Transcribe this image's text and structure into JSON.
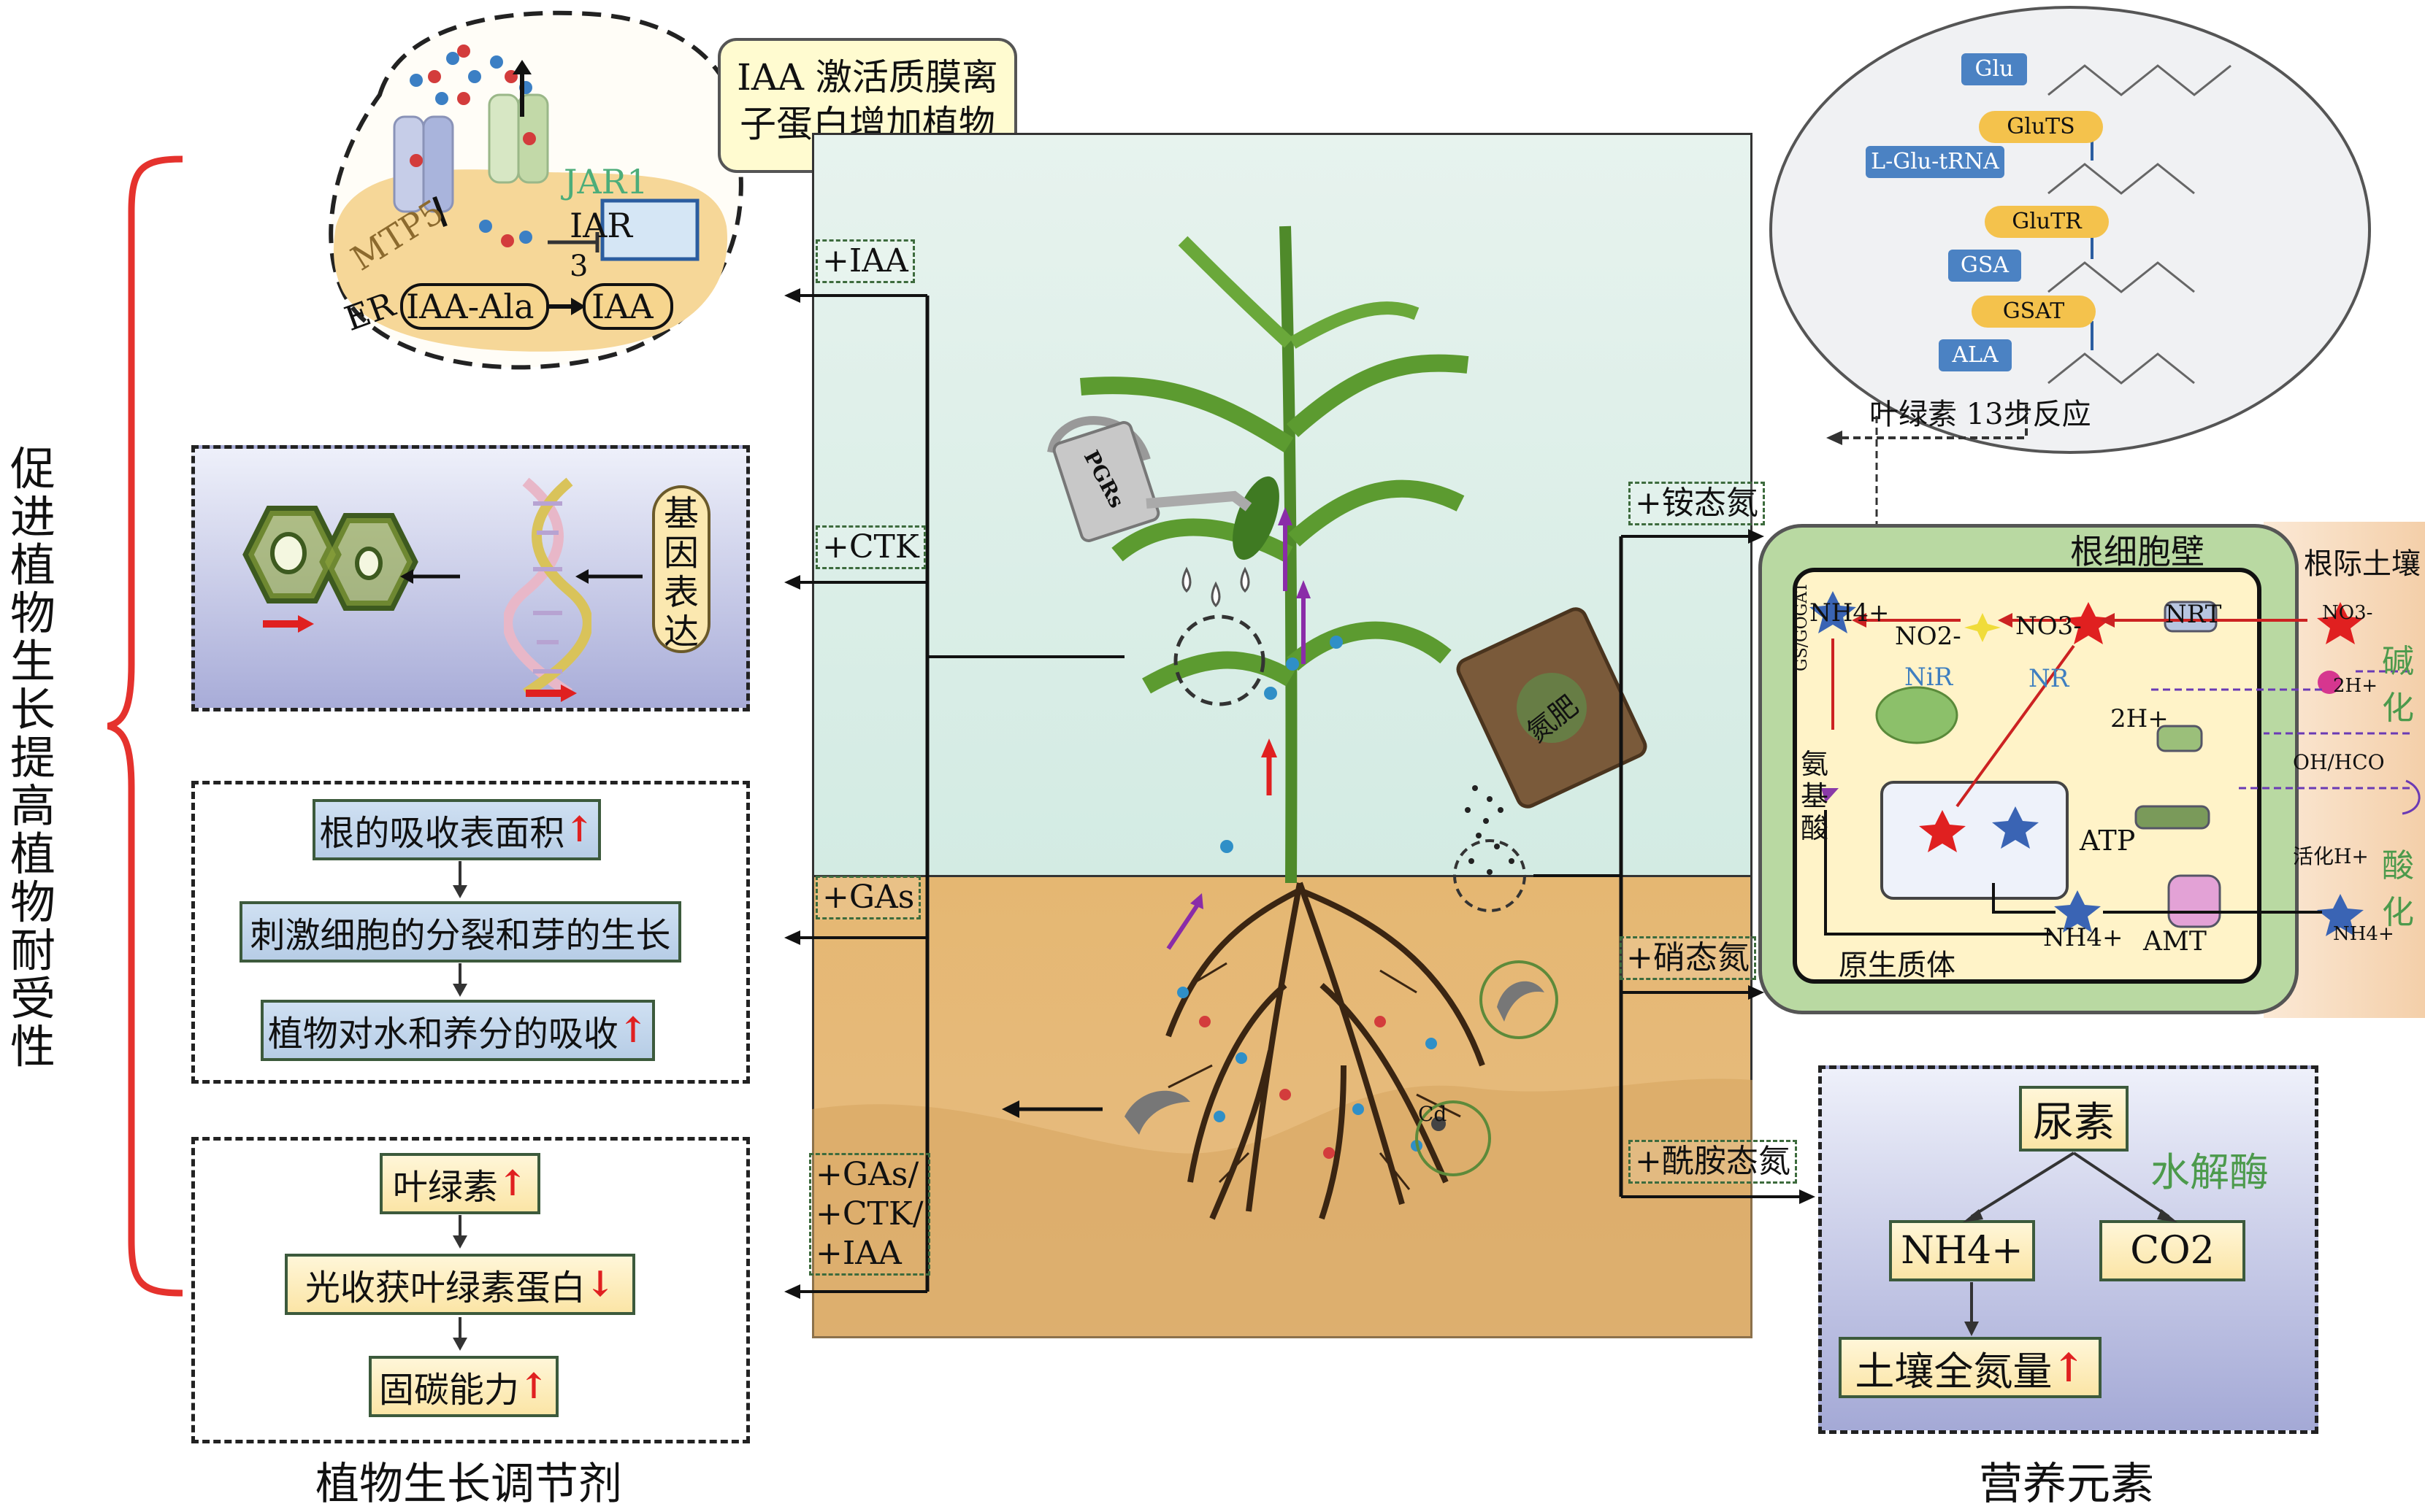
{
  "left": {
    "bracket_text": "促进植物生长提高植物耐受性",
    "bottom_title": "植物生长调节剂",
    "mtp_text": "MTP5",
    "er_text": "ER",
    "jar1": "JAR1",
    "iar3_top": "IAR",
    "iar3_sub": "3",
    "iaa_ala": "IAA-Ala",
    "iaa": "IAA",
    "gene_expr": "基因表达",
    "flow1": [
      "根的吸收表面积",
      "刺激细胞的分裂和芽的生长",
      "植物对水和养分的吸收"
    ],
    "flow2": [
      "叶绿素",
      "光收获叶绿素蛋白",
      "固碳能力"
    ]
  },
  "center": {
    "iaa_note": "IAA 激活质膜离子蛋白增加植物代谢",
    "tags_left": [
      "+IAA",
      "+CTK",
      "+GAs"
    ],
    "tag_combo": [
      "+GAs/",
      "+CTK/",
      "+IAA"
    ],
    "tags_right": [
      "+铵态氮",
      "+硝态氮",
      "+酰胺态氮"
    ],
    "can_label": "PGRs",
    "bag_label": "氮肥",
    "cd_label": "Cd"
  },
  "pathway": {
    "labels": [
      "Glu",
      "L-Glu-tRNA",
      "GSA",
      "ALA"
    ],
    "enzymes": [
      "GluTS",
      "GluTR",
      "GSAT"
    ],
    "footer": "叶绿素 13步反应"
  },
  "cell": {
    "wall": "根细胞壁",
    "rhizo": "根际土壤",
    "protoplast": "原生质体",
    "nh4": "NH4+",
    "no2": "NO2-",
    "no3": "NO3-",
    "nrt": "NRT",
    "nir": "NiR",
    "nr": "NR",
    "h2_inner": "2H+",
    "no3_out": "NO3-",
    "h2_out": "2H+",
    "oh_hco": "OH/HCO",
    "act_h": "活化H+",
    "nh4_out": "NH4+",
    "amino": "氨基酸",
    "gsgogat": "GS/GOGAT",
    "atp": "ATP",
    "nh4_in": "NH4+",
    "amt": "AMT",
    "alkali": "碱化",
    "acid": "酸化"
  },
  "nutrient": {
    "urea": "尿素",
    "enzyme": "水解酶",
    "nh4": "NH4+",
    "co2": "CO2",
    "soil_n": "土壤全氮量",
    "bottom_title": "营养元素"
  },
  "colors": {
    "red_bracket": "#e5322d",
    "up_arrow": "#e02020",
    "sky": "#d8ece6",
    "soil": "#e2b574",
    "green_text": "#4c9a4c"
  }
}
